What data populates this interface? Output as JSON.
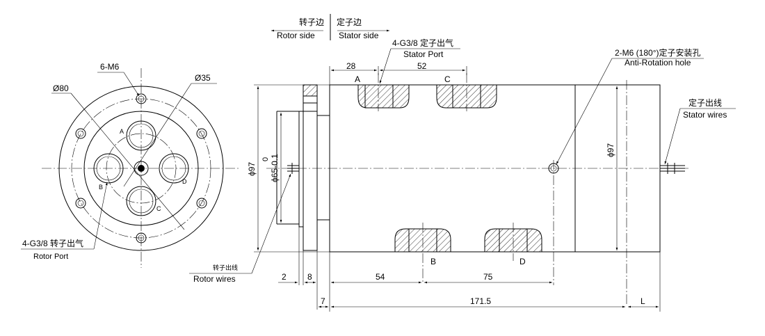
{
  "header": {
    "rotor_side_cn": "转子边",
    "rotor_side_en": "Rotor side",
    "stator_side_cn": "定子边",
    "stator_side_en": "Stator side"
  },
  "end_view": {
    "callouts": {
      "m6_holes": "6-M6",
      "dia_80": "Ø80",
      "dia_35": "Ø35",
      "rotor_port_cn": "4-G3/8 转子出气",
      "rotor_port_en": "Rotor Port"
    },
    "port_letters": [
      "A",
      "B",
      "C",
      "D"
    ]
  },
  "side_view": {
    "callouts": {
      "stator_port_cn": "4-G3/8 定子出气",
      "stator_port_en": "Stator Port",
      "anti_rotation_cn": "2-M6 (180°)定子安装孔",
      "anti_rotation_en": "Anti-Rotation hole",
      "stator_wires_cn": "定子出线",
      "stator_wires_en": "Stator wires",
      "rotor_wires_cn": "转子出线",
      "rotor_wires_en": "Rotor wires"
    },
    "port_letters": {
      "a": "A",
      "b": "B",
      "c": "C",
      "d": "D"
    },
    "dimensions": {
      "dim_28": "28",
      "dim_52": "52",
      "dim_54": "54",
      "dim_75": "75",
      "dim_2": "2",
      "dim_8": "8",
      "dim_7": "7",
      "dim_171_5": "171.5",
      "dim_l": "L",
      "dia_97_left": "ϕ97",
      "dia_97_right": "ϕ97",
      "dia_65_shaft": "ϕ65-0.1",
      "tol_zero": "0"
    }
  }
}
